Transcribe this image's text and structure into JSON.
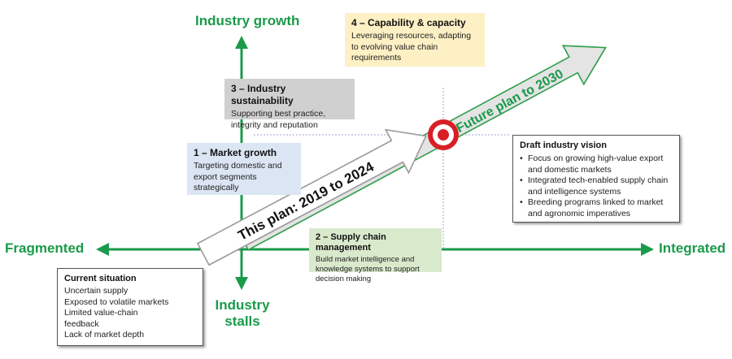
{
  "colors": {
    "axis_green": "#1a9a4a",
    "box_yellow": "#fdf0c4",
    "box_gray": "#d0d0d0",
    "box_blue": "#dbe5f3",
    "box_green": "#d9e9cc",
    "target_red": "#d81f26"
  },
  "axes": {
    "top": "Industry growth",
    "bottom_line1": "Industry",
    "bottom_line2": "stalls",
    "left": "Fragmented",
    "right": "Integrated"
  },
  "arrows": {
    "this_plan": "This plan: 2019 to 2024",
    "future_plan": "Future plan to 2030"
  },
  "boxes": {
    "capability": {
      "title": "4 – Capability & capacity",
      "lines": [
        "Leveraging resources, adapting",
        "to evolving value chain",
        "requirements"
      ]
    },
    "sustainability": {
      "title": "3 – Industry sustainability",
      "lines": [
        "Supporting best practice,",
        "integrity and reputation"
      ]
    },
    "market_growth": {
      "title": "1 – Market growth",
      "lines": [
        "Targeting domestic and",
        "export segments",
        "strategically"
      ]
    },
    "supply_chain": {
      "title": "2 – Supply chain management",
      "lines": [
        "Build market intelligence and",
        "knowledge systems to support",
        "decision making"
      ]
    },
    "vision": {
      "title": "Draft industry vision",
      "items": [
        "Focus on growing high-value export and domestic markets",
        "Integrated tech-enabled supply chain and intelligence systems",
        "Breeding programs linked to market and agronomic imperatives"
      ]
    },
    "current": {
      "title": "Current situation",
      "lines": [
        "Uncertain supply",
        "Exposed to volatile markets",
        "Limited value-chain",
        "feedback",
        "Lack of market depth"
      ]
    }
  }
}
